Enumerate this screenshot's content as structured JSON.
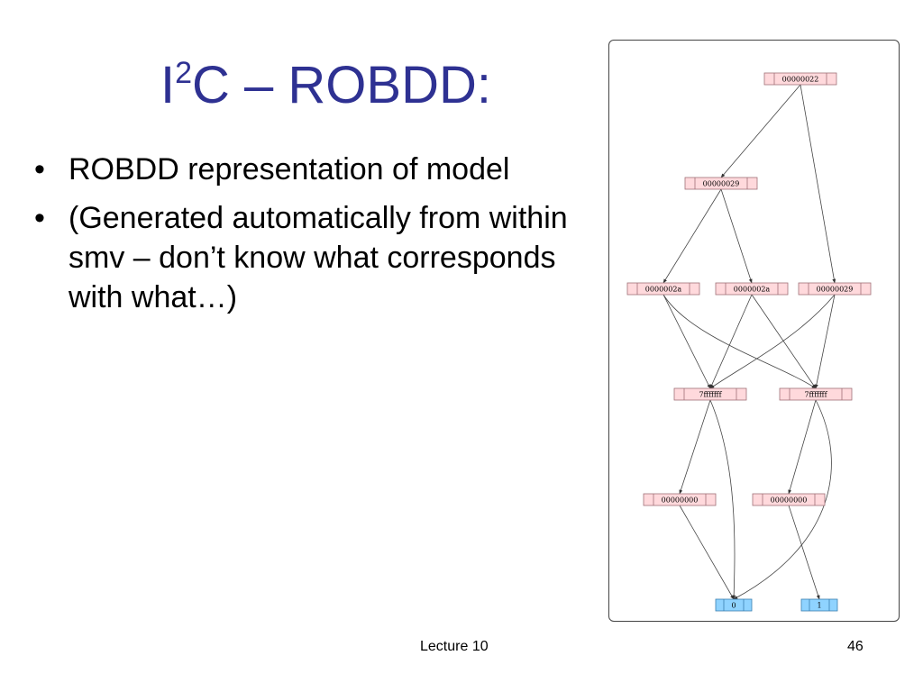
{
  "slide": {
    "title_prefix": "I",
    "title_superscript": "2",
    "title_rest": "C – ROBDD:",
    "bullets": [
      "ROBDD representation of model",
      "(Generated automatically from within smv – don’t know what corresponds with what…)"
    ],
    "footer_lecture": "Lecture 10",
    "page_number": "46"
  },
  "colors": {
    "title": "#2e3192",
    "internal_node_fill": "#ffd9dc",
    "internal_node_stroke": "#a07078",
    "terminal_node_fill": "#8fd3ff",
    "terminal_node_stroke": "#3a7fb0"
  },
  "diagram": {
    "nodes": [
      {
        "id": "n_root",
        "label": "00000022",
        "kind": "internal"
      },
      {
        "id": "n_a",
        "label": "00000029",
        "kind": "internal"
      },
      {
        "id": "n_b1",
        "label": "0000002a",
        "kind": "internal"
      },
      {
        "id": "n_b2",
        "label": "0000002a",
        "kind": "internal"
      },
      {
        "id": "n_b3",
        "label": "00000029",
        "kind": "internal"
      },
      {
        "id": "n_c1",
        "label": "7fffffff",
        "kind": "internal"
      },
      {
        "id": "n_c2",
        "label": "7fffffff",
        "kind": "internal"
      },
      {
        "id": "n_d1",
        "label": "00000000",
        "kind": "internal"
      },
      {
        "id": "n_d2",
        "label": "00000000",
        "kind": "internal"
      },
      {
        "id": "n_t0",
        "label": "0",
        "kind": "terminal"
      },
      {
        "id": "n_t1",
        "label": "1",
        "kind": "terminal"
      }
    ],
    "edges": [
      {
        "from": "n_root",
        "to": "n_a"
      },
      {
        "from": "n_root",
        "to": "n_b3"
      },
      {
        "from": "n_a",
        "to": "n_b1"
      },
      {
        "from": "n_a",
        "to": "n_b2"
      },
      {
        "from": "n_b1",
        "to": "n_c1"
      },
      {
        "from": "n_b1",
        "to": "n_c2"
      },
      {
        "from": "n_b2",
        "to": "n_c1"
      },
      {
        "from": "n_b2",
        "to": "n_c2"
      },
      {
        "from": "n_b3",
        "to": "n_c1"
      },
      {
        "from": "n_b3",
        "to": "n_c2"
      },
      {
        "from": "n_c1",
        "to": "n_d1"
      },
      {
        "from": "n_c1",
        "to": "n_t0"
      },
      {
        "from": "n_c2",
        "to": "n_d2"
      },
      {
        "from": "n_c2",
        "to": "n_t0"
      },
      {
        "from": "n_d1",
        "to": "n_t0"
      },
      {
        "from": "n_d2",
        "to": "n_t1"
      }
    ]
  }
}
